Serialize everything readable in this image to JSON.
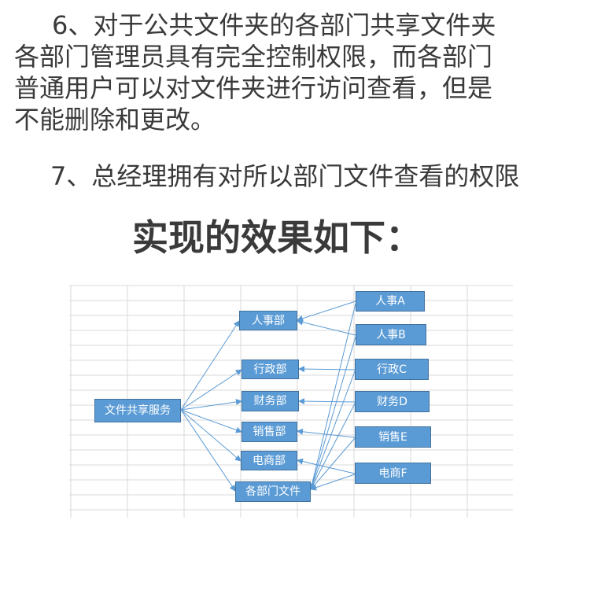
{
  "text": {
    "p6_line1": "6、对于公共文件夹的各部门共享文件夹",
    "p6_line2": "各部门管理员具有完全控制权限，而各部门",
    "p6_line3": "普通用户可以对文件夹进行访问查看，但是",
    "p6_line4": "不能删除和更改。",
    "p7": "7、总经理拥有对所以部门文件查看的权限",
    "heading": "实现的效果如下："
  },
  "diagram": {
    "root": "文件共享服务",
    "departments": [
      "人事部",
      "行政部",
      "财务部",
      "销售部",
      "电商部",
      "各部门文件"
    ],
    "users": [
      "人事A",
      "人事B",
      "行政C",
      "财务D",
      "销售E",
      "电商F"
    ],
    "colors": {
      "box_fill": "#5b9bd5",
      "box_border": "#41719c",
      "arrow": "#5b9bd5",
      "grid": "#d9d9d9"
    }
  }
}
